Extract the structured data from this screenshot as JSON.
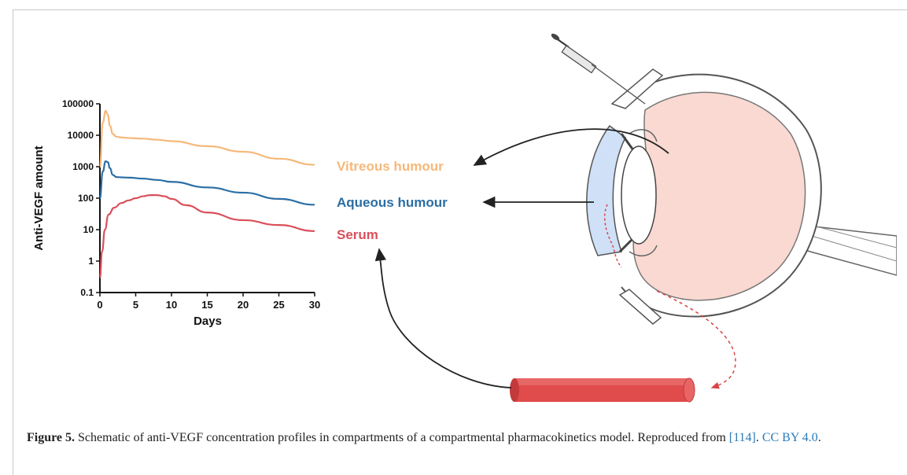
{
  "chart_data": {
    "type": "line",
    "title": "",
    "xlabel": "Days",
    "ylabel": "Anti-VEGF amount",
    "xlim": [
      0,
      30
    ],
    "ylim": [
      0.1,
      100000
    ],
    "yscale": "log",
    "xticks": [
      "0",
      "5",
      "10",
      "15",
      "20",
      "25",
      "30"
    ],
    "yticks": [
      "0.1",
      "1",
      "10",
      "100",
      "1000",
      "10000",
      "100000"
    ],
    "grid": false,
    "series": [
      {
        "name": "Vitreous humour",
        "color": "#f5b87a",
        "x": [
          0,
          0.4,
          0.8,
          1.1,
          1.4,
          1.8,
          2.3,
          3,
          4,
          6,
          8,
          10,
          15,
          20,
          25,
          30
        ],
        "y": [
          1000,
          25000,
          60000,
          45000,
          20000,
          11000,
          9000,
          8500,
          8200,
          7800,
          7200,
          6500,
          4500,
          3000,
          1800,
          1150
        ]
      },
      {
        "name": "Aqueous humour",
        "color": "#2b6ea4",
        "x": [
          0,
          0.4,
          0.8,
          1.1,
          1.4,
          1.8,
          2.3,
          3,
          4,
          6,
          8,
          10,
          15,
          20,
          25,
          30
        ],
        "y": [
          100,
          700,
          1500,
          1400,
          900,
          550,
          470,
          460,
          450,
          420,
          380,
          330,
          220,
          150,
          95,
          62
        ]
      },
      {
        "name": "Serum",
        "color": "#d9505a",
        "x": [
          0,
          0.3,
          0.7,
          1.2,
          2,
          3,
          4,
          5,
          6,
          7,
          8,
          9,
          10,
          12,
          15,
          20,
          25,
          30
        ],
        "y": [
          0.3,
          2,
          10,
          30,
          50,
          70,
          85,
          100,
          115,
          125,
          125,
          115,
          95,
          60,
          35,
          20,
          14,
          9
        ]
      }
    ]
  },
  "caption": {
    "label": "Figure 5.",
    "text": " Schematic of anti-VEGF concentration profiles in compartments of a compartmental pharmacokinetics model. Reproduced from ",
    "ref": "[114]",
    "sep": ". ",
    "license": "CC BY 4.0",
    "end": "."
  }
}
